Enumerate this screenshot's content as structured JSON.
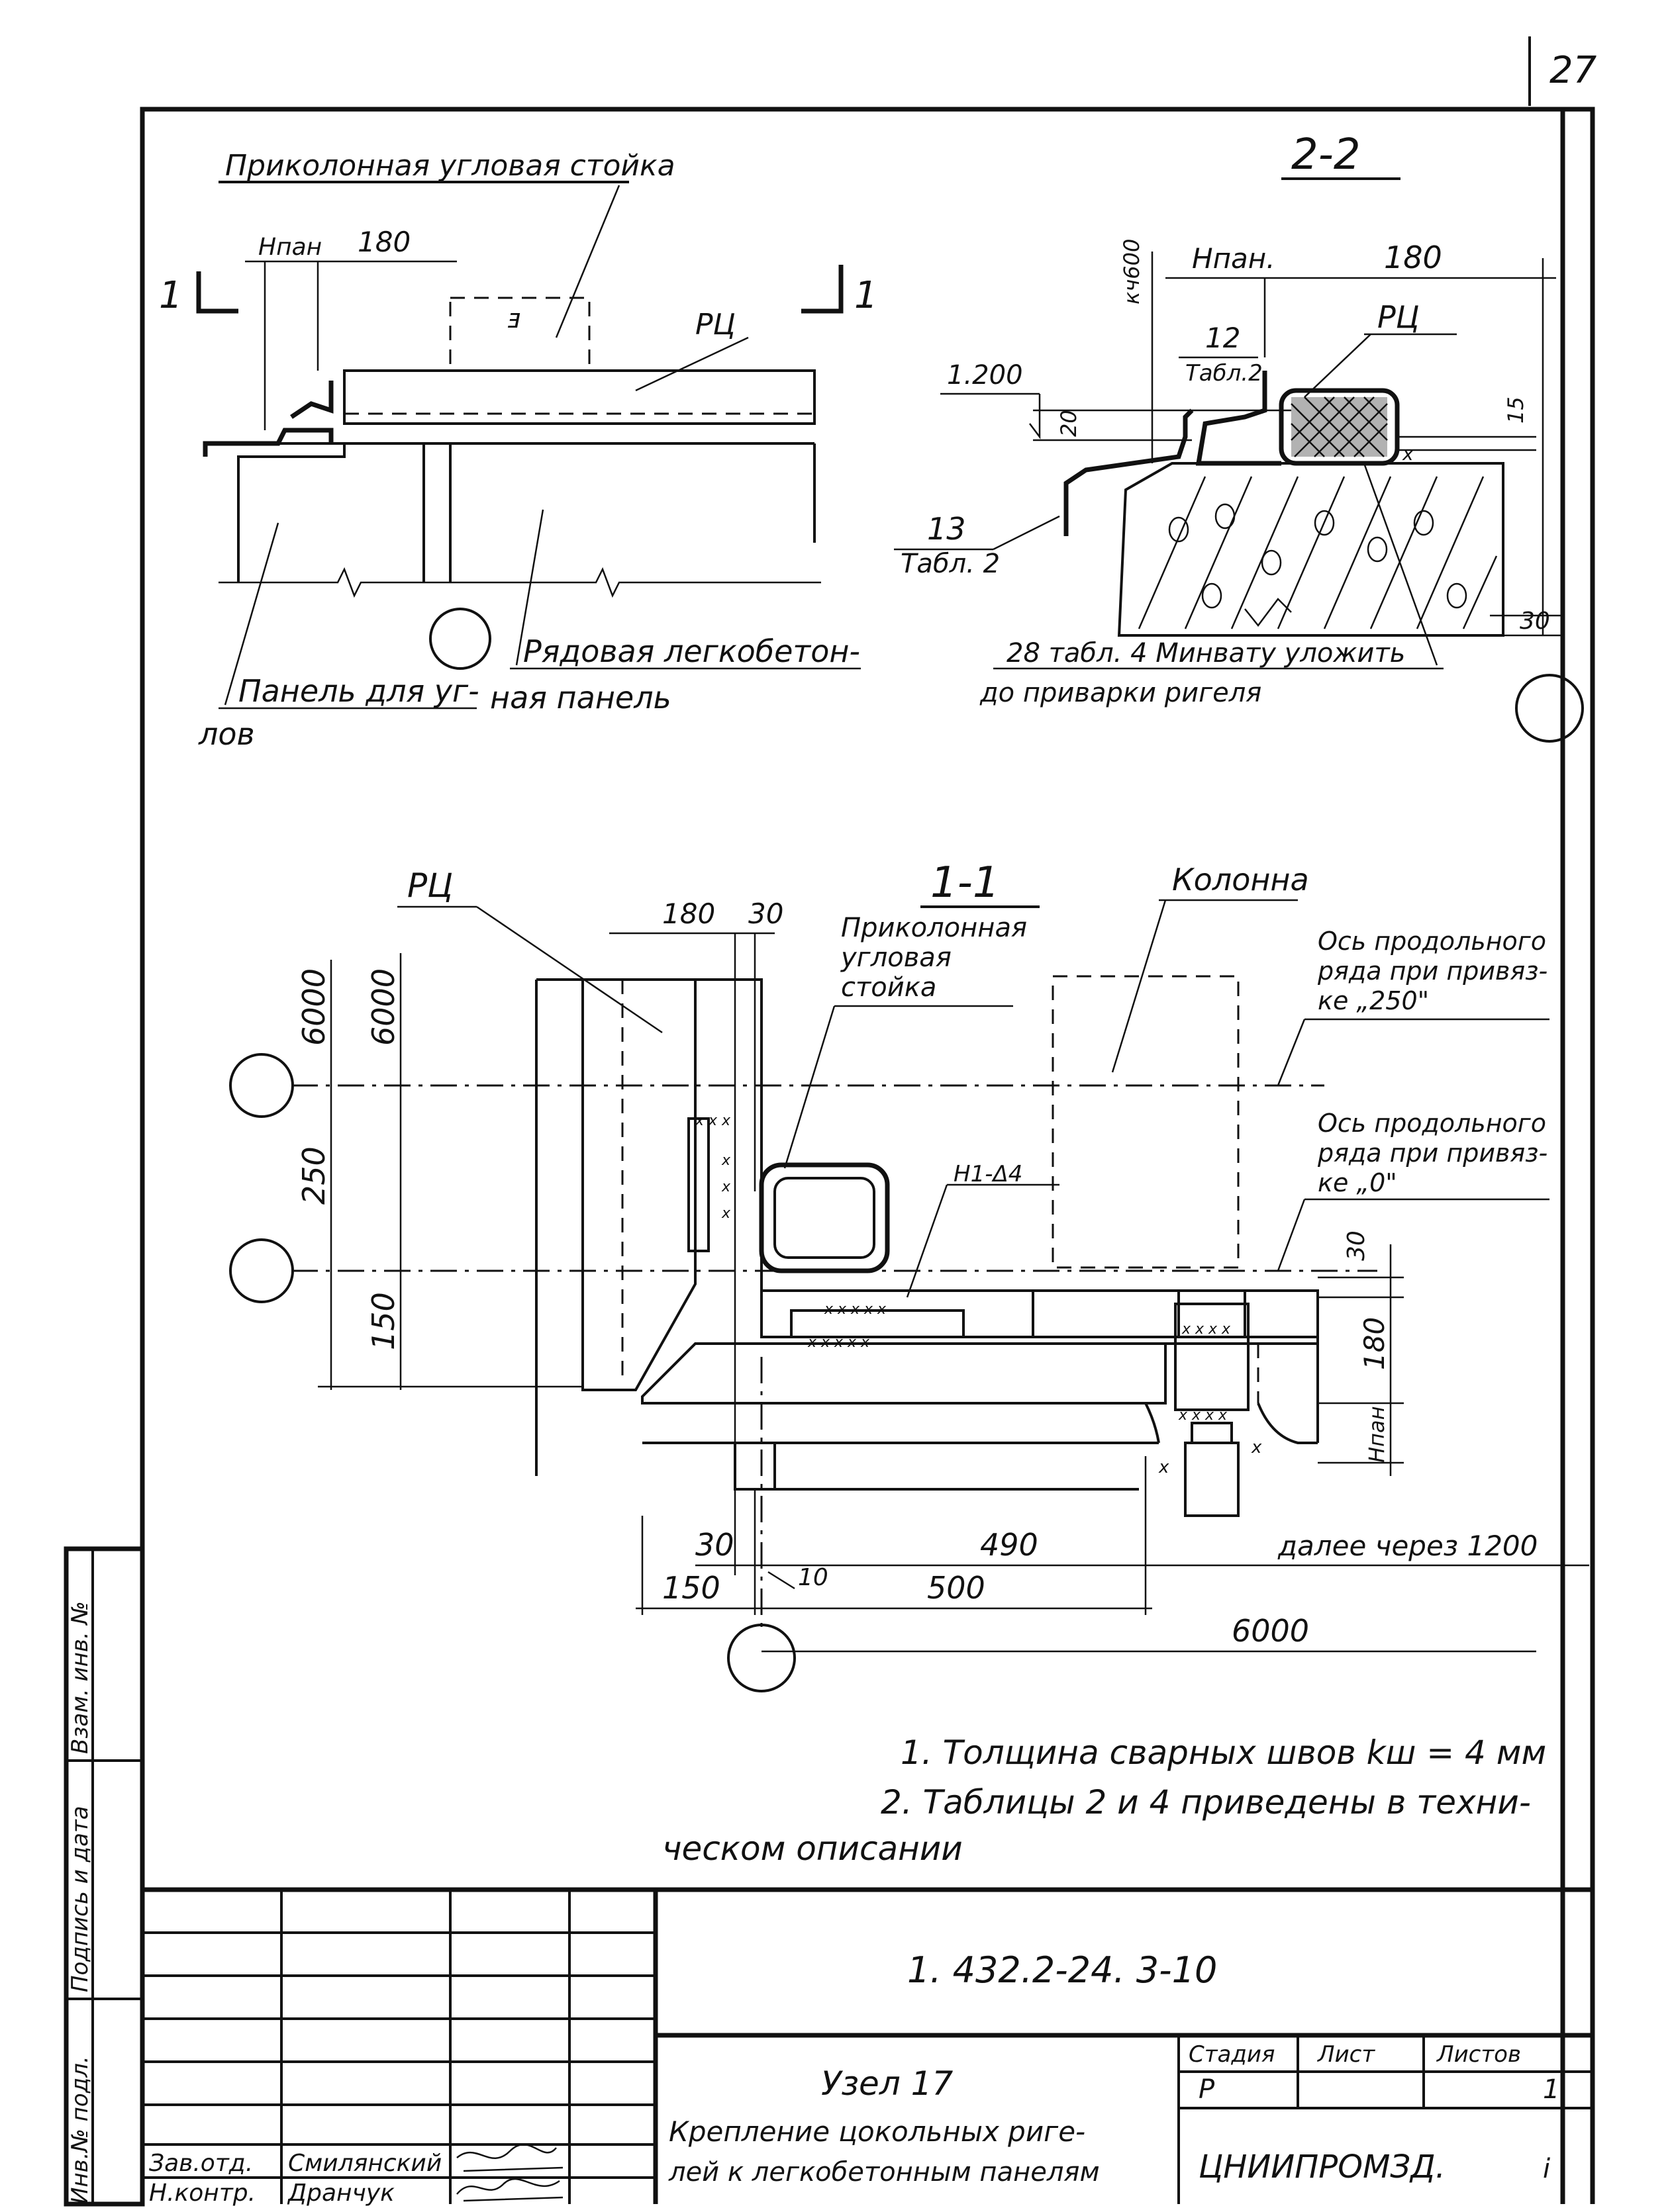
{
  "page_number": "27",
  "top_left_view": {
    "title": "Приколонная угловая стойка",
    "dim_hpan": "Нпан",
    "dim_180": "180",
    "cut_label_left": "1",
    "cut_label_right": "1",
    "label_rc": "РЦ",
    "label_panel_corner_1": "Панель для уг-",
    "label_panel_corner_2": "лов",
    "label_row_panel_1": "Рядовая легкобетон-",
    "label_row_panel_2": "ная панель"
  },
  "section_2_2": {
    "title": "2-2",
    "dim_hpan": "Нпан.",
    "dim_180": "180",
    "dim_k600": "кч600",
    "label_rc": "РЦ",
    "label_12": "12",
    "label_12_tab": "Табл.2",
    "level": "1.200",
    "dim_20": "20",
    "dim_15": "15",
    "label_13": "13",
    "label_13_tab": "Табл. 2",
    "dim_30": "30",
    "note_line1": "28 табл. 4 Минвату уложить",
    "note_line2": "до приварки ригеля"
  },
  "section_1_1": {
    "title": "1-1",
    "label_rc": "РЦ",
    "label_column": "Колонна",
    "label_stand_1": "Приколонная",
    "label_stand_2": "угловая",
    "label_stand_3": "стойка",
    "axis_250_1": "Ось продольного",
    "axis_250_2": "ряда при привяз-",
    "axis_250_3": "ке „250\"",
    "axis_0_1": "Ось продольного",
    "axis_0_2": "ряда при привяз-",
    "axis_0_3": "ке „0\"",
    "weld_mark": "Н1-Δ4",
    "dim_180_top": "180",
    "dim_30_top": "30",
    "dim_6000_a": "6000",
    "dim_6000_b": "6000",
    "dim_250": "250",
    "dim_150_left": "150",
    "dim_30_right": "30",
    "dim_180_right": "180",
    "dim_hpan_right": "Нпан",
    "dim_30_bottom": "30",
    "dim_490": "490",
    "dim_further": "далее через 1200",
    "dim_150_bottom": "150",
    "dim_10": "10",
    "dim_500": "500",
    "dim_6000_bottom": "6000"
  },
  "notes": {
    "n1": "1. Толщина сварных швов kш = 4 мм",
    "n2a": "2. Таблицы 2 и 4 приведены в техни-",
    "n2b": "ческом описании"
  },
  "title_block": {
    "code": "1. 432.2-24. 3-10",
    "title_1": "Узел 17",
    "title_2": "Крепление цокольных риге-",
    "title_3": "лей к легкобетонным панелям",
    "col_stage": "Стадия",
    "col_sheet": "Лист",
    "col_sheets": "Листов",
    "stage_value": "Р",
    "sheet_value": "1",
    "org": "ЦНИИПРОМЗД.",
    "org_tail": "i",
    "role_1": "Зав.отд.",
    "name_1": "Смилянский",
    "role_2": "Н.контр.",
    "name_2": "Дранчук"
  },
  "side_stamp": {
    "inv_orig": "Инв.№ подл.",
    "sign_date": "Подпись и дата",
    "inv_new": "Взам. инв. №"
  }
}
